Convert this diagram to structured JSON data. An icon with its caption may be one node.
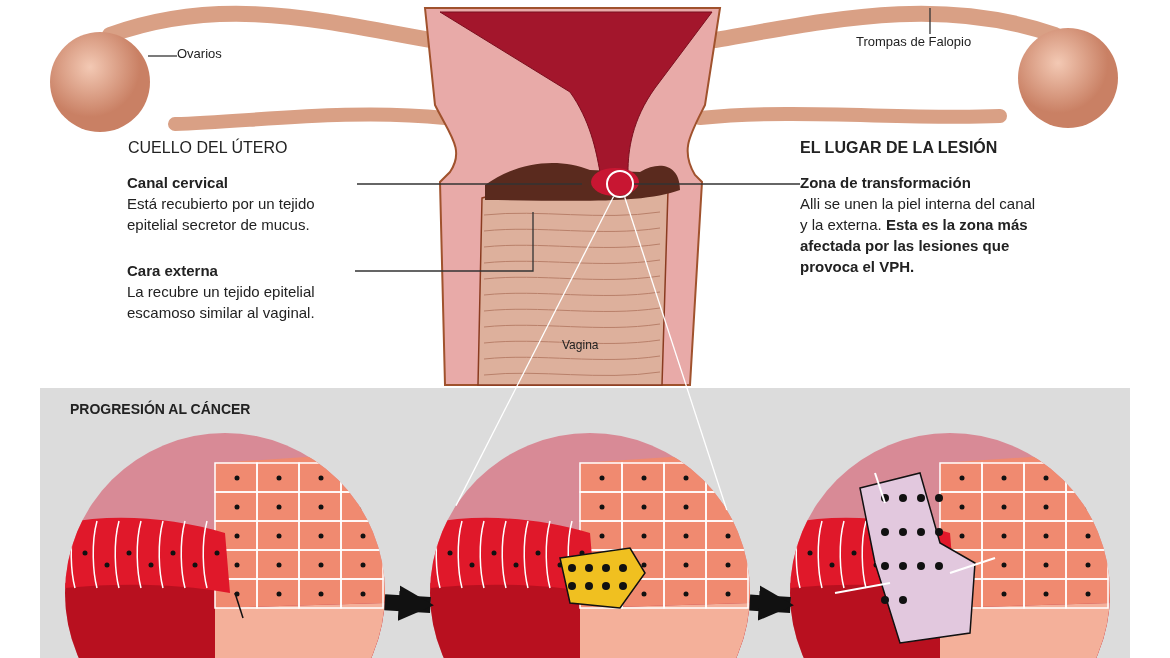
{
  "diagram": {
    "nodes": [
      {
        "text": [
          "Ovarios"
        ]
      },
      {
        "text": [
          "Trompas de Falopio"
        ]
      },
      {
        "text": [
          "Canal cervical",
          "Está recubierto por un tejido epitelial secretor de mucus."
        ]
      },
      {
        "text": [
          "Cara externa",
          "La recubre un tejido epitelial escamoso similar al vaginal."
        ]
      },
      {
        "text": [
          "Zona de transformación",
          "Alli se unen la piel interna del canal y la externa. **Esta es la zona más afectada por las lesiones que provoca el VPH.**"
        ]
      },
      {
        "text": [],
        "shape": "circle"
      },
      {
        "text": [
          "PROGRESIÓN AL CÁNCER"
        ]
      },
      {
        "text": [],
        "shape": "circle",
        "in": 6
      },
      {
        "text": [],
        "shape": "circle",
        "in": 6
      },
      {
        "text": [],
        "shape": "circle",
        "in": 6
      }
    ],
    "edges": [
      {
        "from": 0,
        "to": null,
        "arrow": "none"
      },
      {
        "from": 1,
        "to": null,
        "arrow": "none"
      },
      {
        "from": 2,
        "to": null,
        "arrow": "none"
      },
      {
        "from": 3,
        "to": null,
        "arrow": "none"
      },
      {
        "from": 4,
        "to": 5,
        "arrow": "none"
      },
      {
        "from": 5,
        "to": 8,
        "arrow": "none",
        "color": "#ffffff"
      },
      {
        "from": 5,
        "to": 8,
        "arrow": "none",
        "color": "#ffffff"
      },
      {
        "from": 7,
        "to": 8,
        "arrow": "to",
        "style": "thick"
      },
      {
        "from": 8,
        "to": 9,
        "arrow": "to",
        "style": "thick"
      }
    ],
    "labels": [
      "CUELLO DEL ÚTERO",
      "EL LUGAR DE LA LESIÓN",
      "Vagina"
    ]
  }
}
